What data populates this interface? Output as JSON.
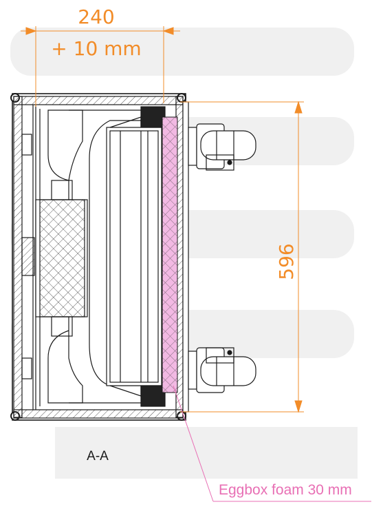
{
  "dimensions": {
    "width_value": "240",
    "width_tolerance": "+ 10 mm",
    "height_value": "596"
  },
  "section_label": "A-A",
  "callout": {
    "text": "Eggbox foam 30 mm"
  },
  "colors": {
    "dimension": "#f28c28",
    "callout": "#e86fb4",
    "foam_fill": "#f2b9e3",
    "outline": "#1a1a1a",
    "watermark": "#f0f0f0"
  }
}
